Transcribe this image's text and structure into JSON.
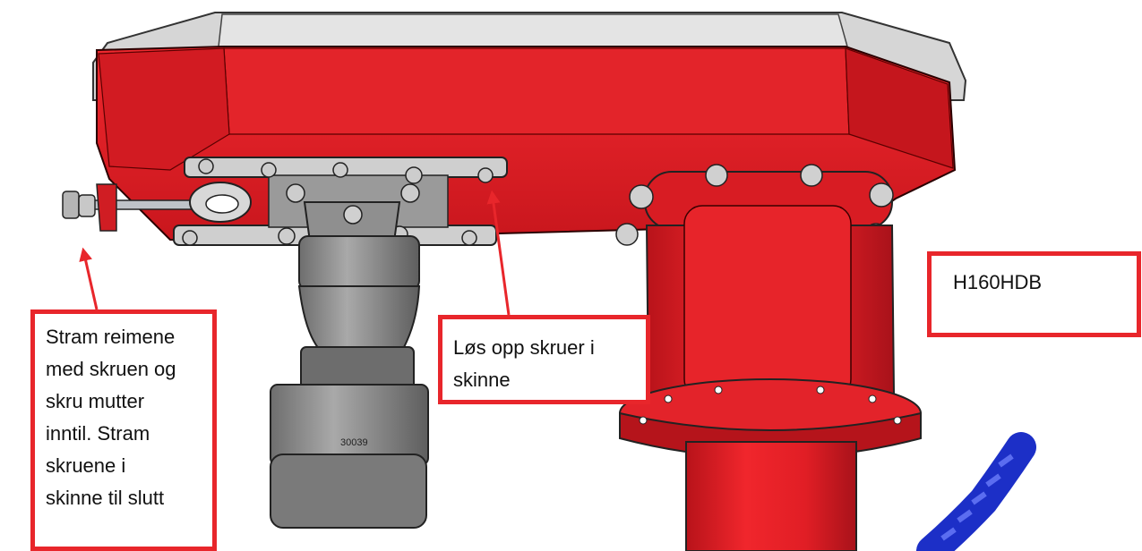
{
  "colors": {
    "housing_red": "#e8232a",
    "housing_dark_red": "#b3141b",
    "cover_grey": "#d4d4d4",
    "motor_grey": "#8a8a8a",
    "callout_border": "#e8262b",
    "rope_blue": "#1c2fc7"
  },
  "callouts": {
    "left": {
      "lines": [
        "Stram reimene",
        "med skruen og",
        "skru mutter",
        "inntil. Stram",
        "skruene i",
        "skinne til slutt"
      ]
    },
    "middle": {
      "lines": [
        "Løs opp skruer i",
        "skinne"
      ]
    },
    "right": {
      "lines": [
        "H160HDB"
      ]
    }
  },
  "part_marking": "30039"
}
